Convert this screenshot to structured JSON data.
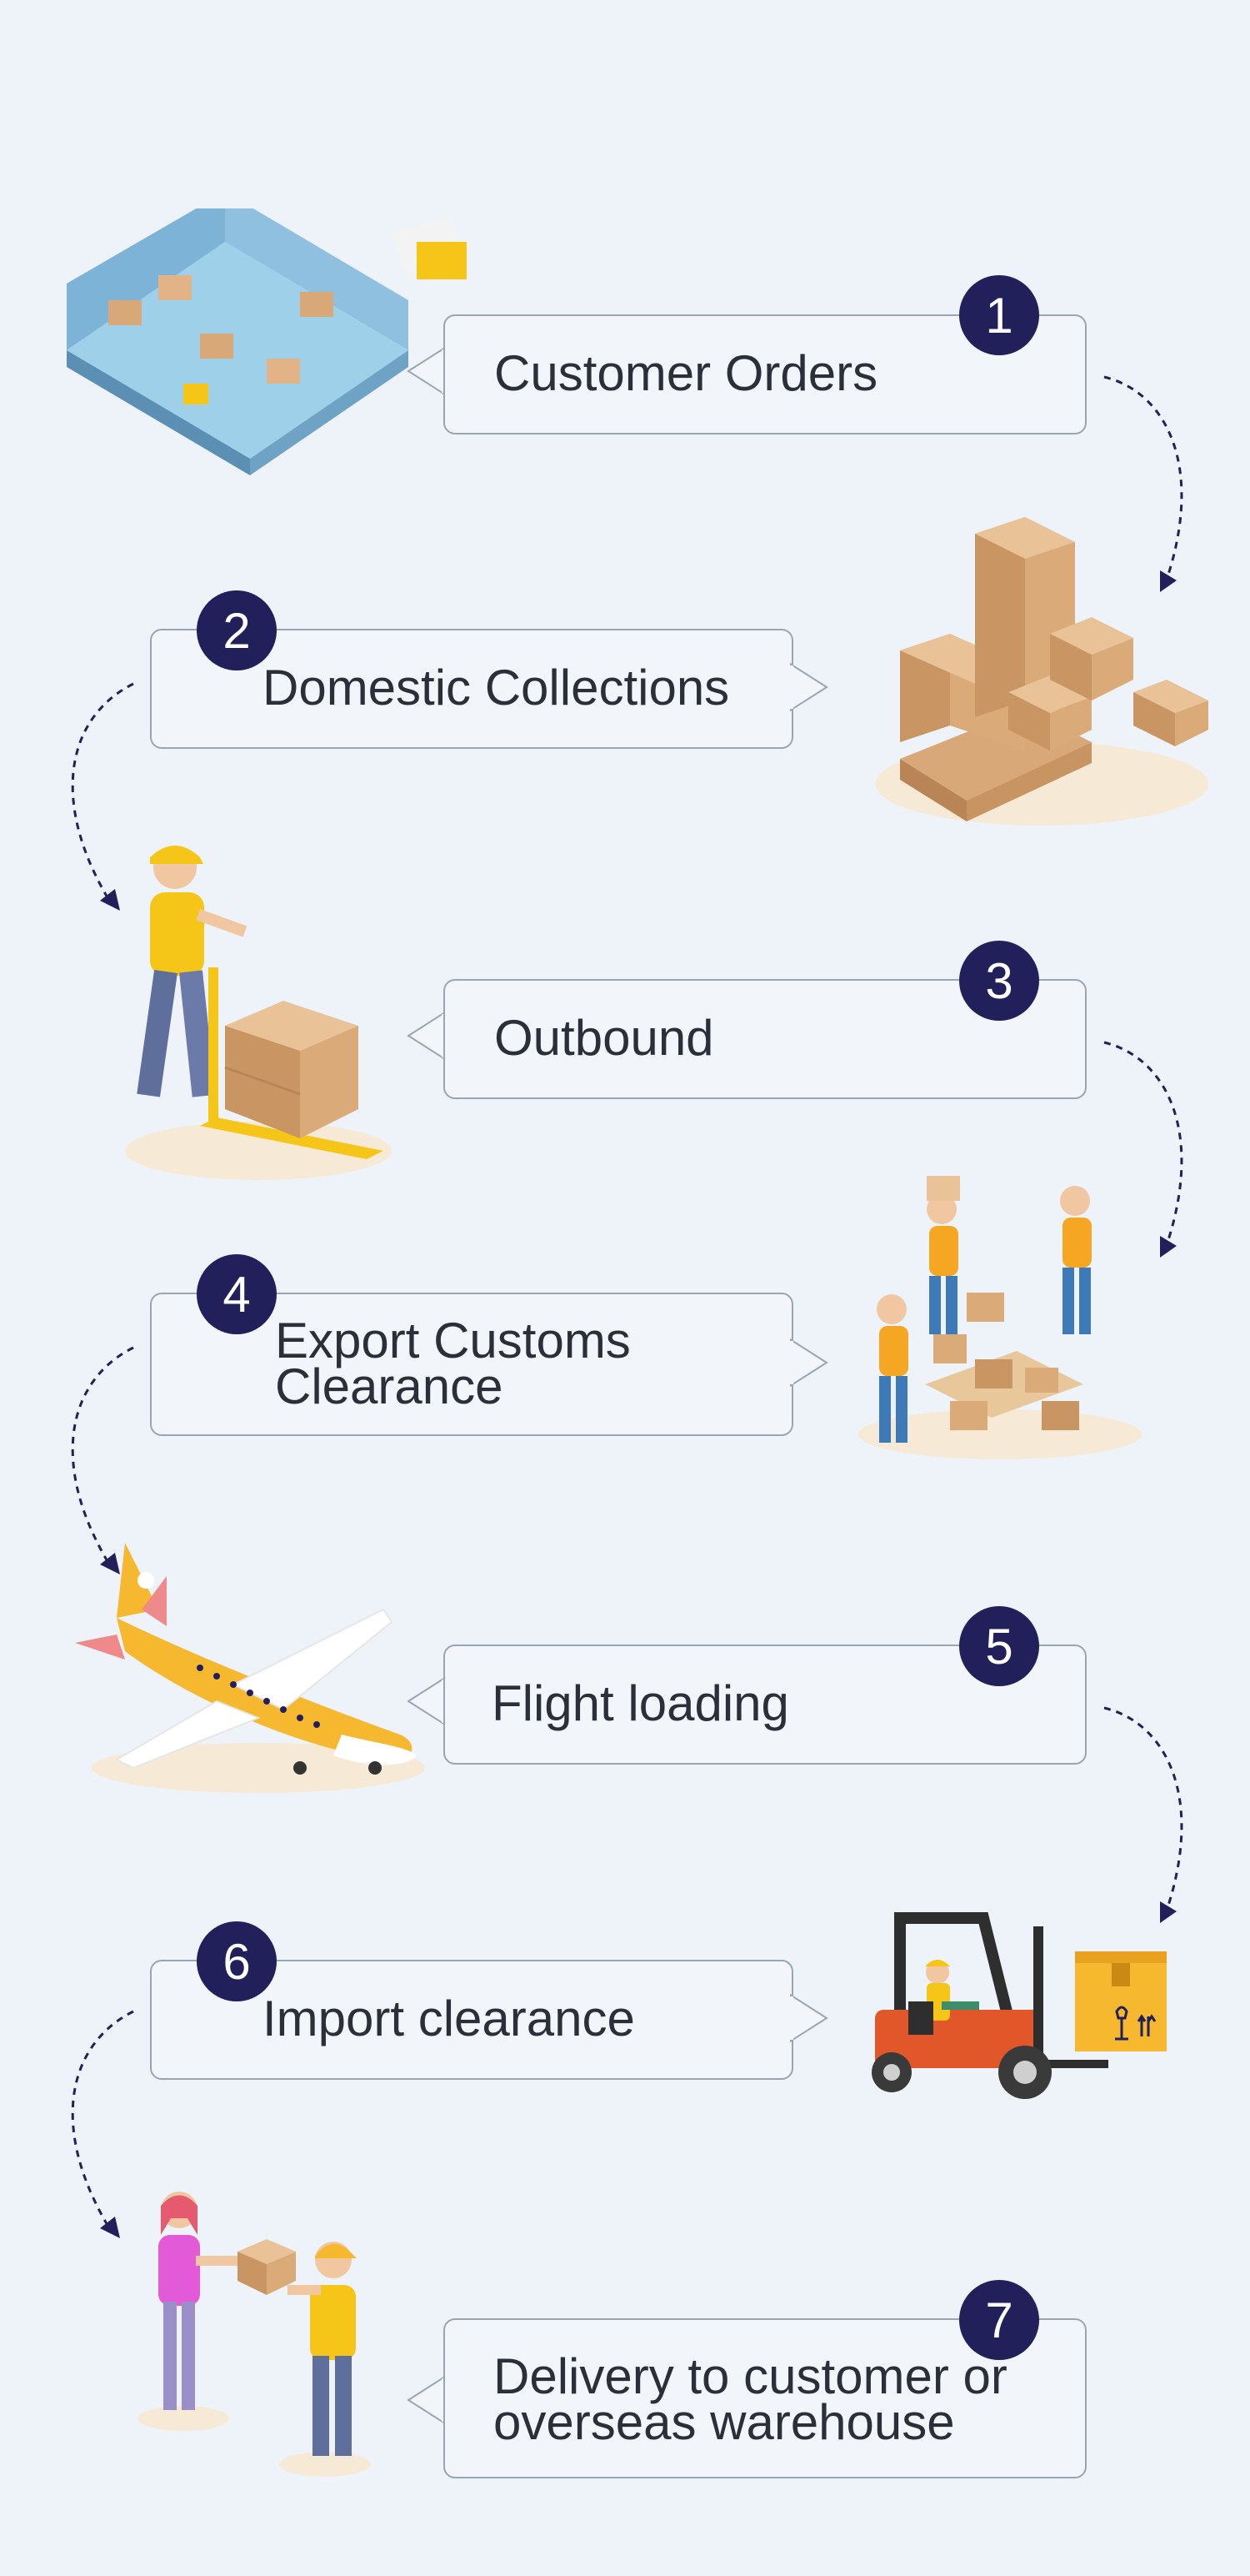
{
  "steps": [
    {
      "number": "1",
      "label": "Customer Orders",
      "illustration": "warehouse-illustration"
    },
    {
      "number": "2",
      "label": "Domestic Collections",
      "illustration": "boxes-illustration"
    },
    {
      "number": "3",
      "label": "Outbound",
      "illustration": "pallet-jack-illustration"
    },
    {
      "number": "4",
      "label": "Export Customs Clearance",
      "label_lines": [
        "Export Customs",
        "Clearance"
      ],
      "illustration": "workers-illustration"
    },
    {
      "number": "5",
      "label": "Flight loading",
      "illustration": "airplane-illustration"
    },
    {
      "number": "6",
      "label": "Import clearance",
      "illustration": "forklift-illustration"
    },
    {
      "number": "7",
      "label": "Delivery to customer or overseas warehouse",
      "label_lines": [
        "Delivery to customer or",
        "overseas warehouse"
      ],
      "illustration": "handover-illustration"
    }
  ],
  "colors": {
    "background": "#eef3f9",
    "badge": "#21205b",
    "box_border": "#9aa5b2",
    "connector": "#21205b",
    "text": "#2b2f3a"
  }
}
